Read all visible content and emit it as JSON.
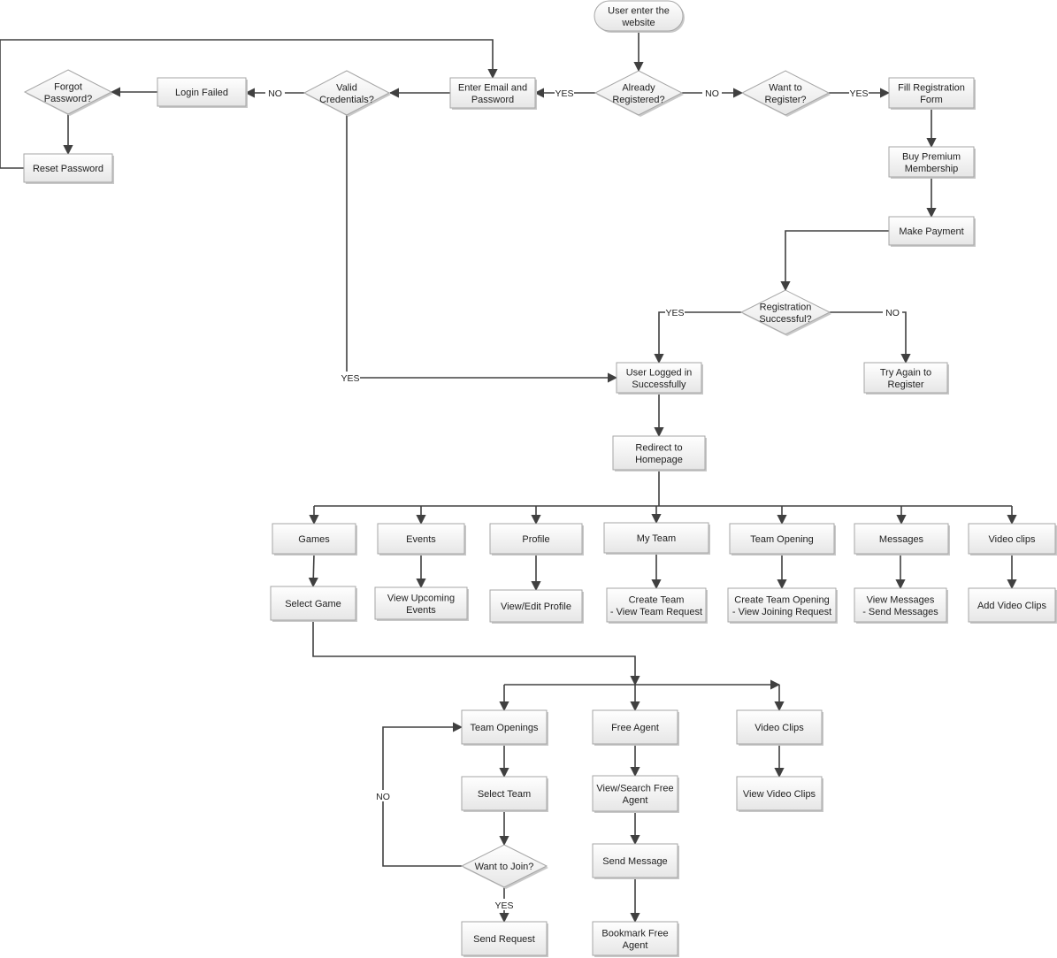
{
  "nodes": {
    "start": [
      "User enter the",
      "website"
    ],
    "already": [
      "Already",
      "Registered?"
    ],
    "enter": [
      "Enter Email and",
      "Password"
    ],
    "valid": [
      "Valid",
      "Credentials?"
    ],
    "loginFailed": [
      "Login Failed"
    ],
    "forgot": [
      "Forgot",
      "Password?"
    ],
    "reset": [
      "Reset Password"
    ],
    "wantReg": [
      "Want to",
      "Register?"
    ],
    "fillReg": [
      "Fill Registration",
      "Form"
    ],
    "buyPremium": [
      "Buy Premium",
      "Membership"
    ],
    "makePayment": [
      "Make Payment"
    ],
    "regSuccess": [
      "Registration",
      "Successful?"
    ],
    "userLogged": [
      "User Logged in",
      "Successfully"
    ],
    "tryAgain": [
      "Try Again to",
      "Register"
    ],
    "redirect": [
      "Redirect to",
      "Homepage"
    ],
    "games": [
      "Games"
    ],
    "events": [
      "Events"
    ],
    "profile": [
      "Profile"
    ],
    "myTeam": [
      "My Team"
    ],
    "teamOpening": [
      "Team Opening"
    ],
    "messages": [
      "Messages"
    ],
    "videoClips": [
      "Video clips"
    ],
    "selectGame": [
      "Select Game"
    ],
    "viewUpcoming": [
      "View Upcoming",
      "Events"
    ],
    "viewEditProfile": [
      "View/Edit Profile"
    ],
    "createTeam": [
      "Create Team",
      "- View Team Request"
    ],
    "createOpening": [
      "Create Team Opening",
      "- View Joining Request"
    ],
    "viewMessages": [
      "View Messages",
      "- Send Messages"
    ],
    "addVideo": [
      "Add Video Clips"
    ],
    "teamOpenings": [
      "Team Openings"
    ],
    "freeAgent": [
      "Free Agent"
    ],
    "videoClips2": [
      "Video Clips"
    ],
    "selectTeam": [
      "Select Team"
    ],
    "viewSearchAgent": [
      "View/Search Free",
      "Agent"
    ],
    "viewVideoClips": [
      "View Video Clips"
    ],
    "wantJoin": [
      "Want to Join?"
    ],
    "sendMessage": [
      "Send Message"
    ],
    "sendRequest": [
      "Send Request"
    ],
    "bookmark": [
      "Bookmark Free",
      "Agent"
    ]
  },
  "edge_labels": {
    "already_yes": "YES",
    "already_no": "NO",
    "wantreg_yes": "YES",
    "valid_no": "NO",
    "valid_yes": "YES",
    "regsuccess_yes": "YES",
    "regsuccess_no": "NO",
    "wantjoin_no": "NO",
    "wantjoin_yes": "YES"
  },
  "colors": {
    "line": "#404040",
    "box_border": "#a6a6a6",
    "box_fill_top": "#ffffff",
    "box_fill_bottom": "#e6e6e6"
  }
}
